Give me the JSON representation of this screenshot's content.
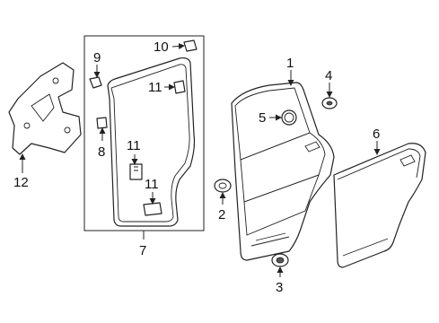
{
  "callouts": {
    "c1": "1",
    "c2": "2",
    "c3": "3",
    "c4": "4",
    "c5": "5",
    "c6": "6",
    "c7": "7",
    "c8": "8",
    "c9": "9",
    "c10": "10",
    "c11a": "11",
    "c11b": "11",
    "c11c": "11",
    "c12": "12"
  }
}
